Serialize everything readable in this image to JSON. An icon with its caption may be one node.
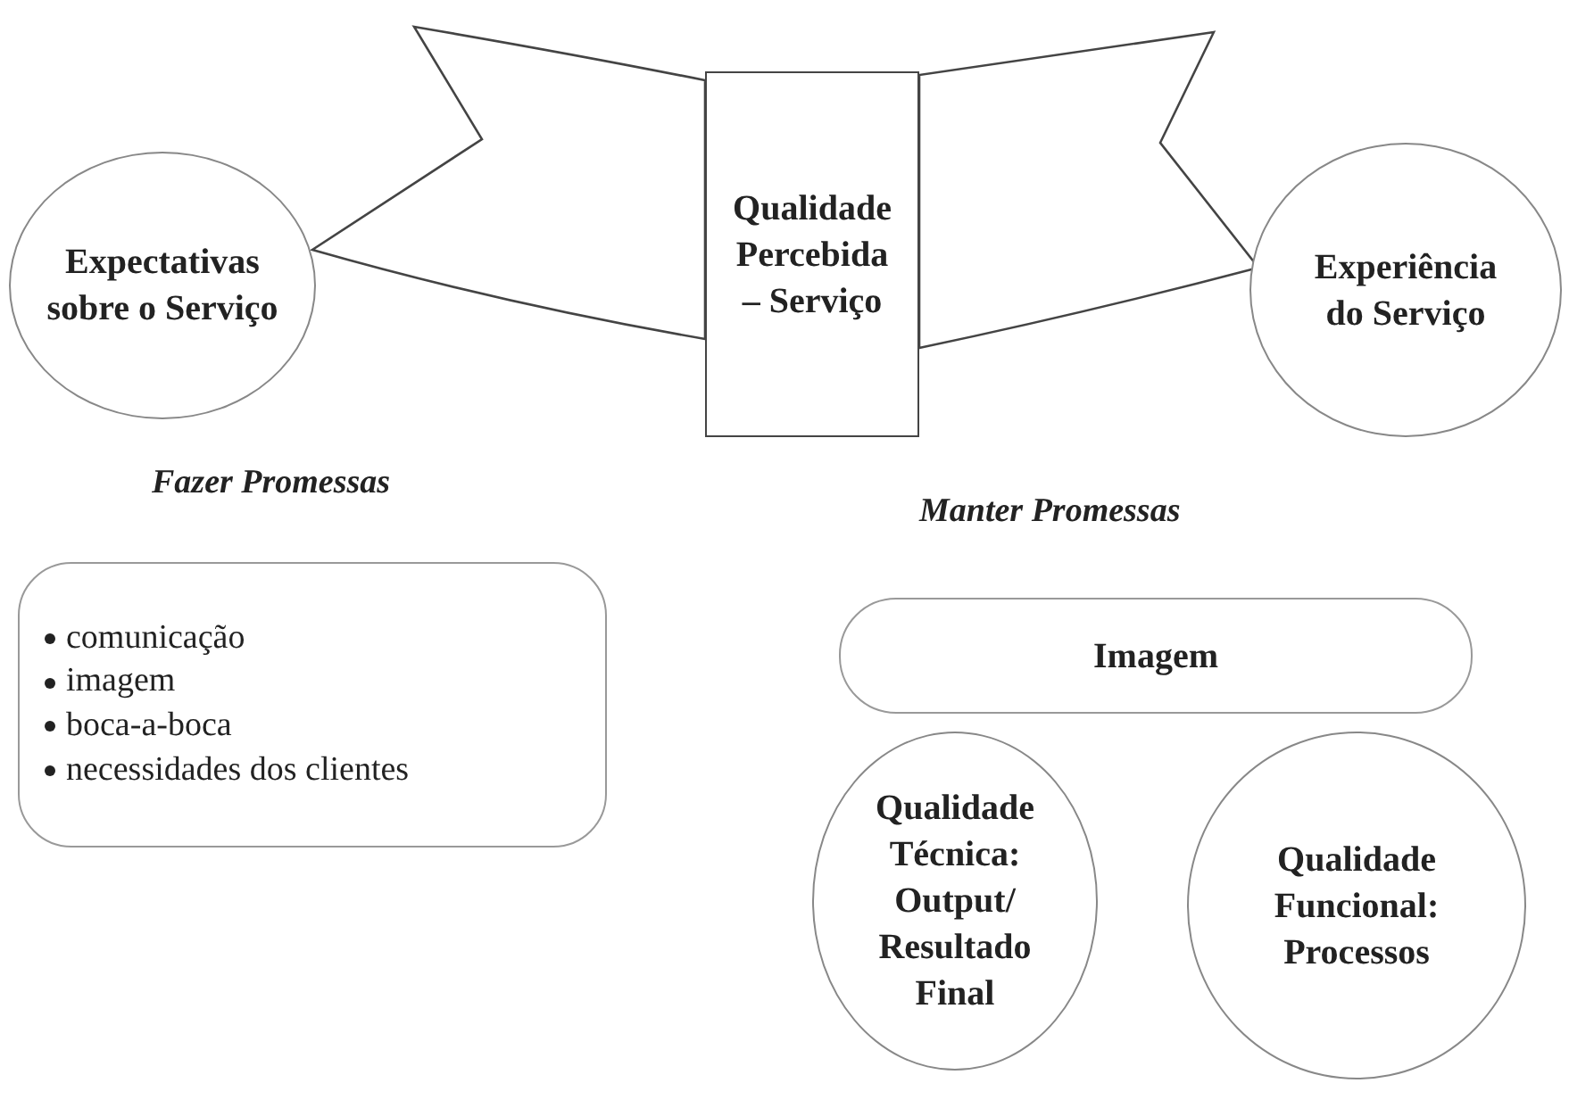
{
  "diagram": {
    "nodes": [
      {
        "text": [
          "Expectativas sobre o Serviço"
        ]
      },
      {
        "text": [
          "Qualidade Percebida – Serviço"
        ]
      },
      {
        "text": [
          "Experiência do Serviço"
        ]
      },
      {
        "text": [
          "comunicação",
          "imagem",
          "boca-a-boca",
          "necessidades dos clientes"
        ]
      },
      {
        "text": [
          "Imagem"
        ]
      },
      {
        "text": [
          "Qualidade Técnica: Output/ Resultado Final"
        ]
      },
      {
        "text": [
          "Qualidade Funcional: Processos"
        ]
      }
    ],
    "labels": [
      "Fazer Promessas",
      "Manter Promessas"
    ]
  }
}
